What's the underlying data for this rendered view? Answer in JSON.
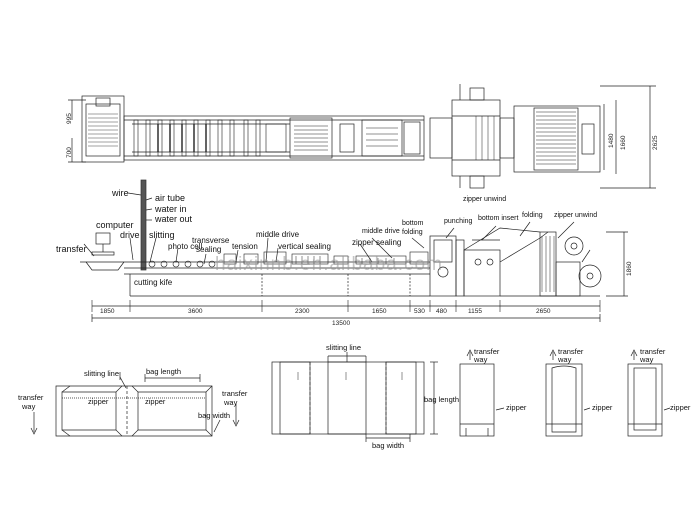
{
  "watermark": "haixinnb.en.alibaba.com",
  "top_view": {
    "dims": {
      "w_995": "995",
      "w_700": "700",
      "h_1480": "1480",
      "h_1660": "1660",
      "h_2625": "2625"
    }
  },
  "side_view": {
    "labels": {
      "wire": "wire",
      "air_tube": "air tube",
      "water_in": "water in",
      "water_out": "water out",
      "computer": "computer",
      "drive": "drive",
      "slitting": "slitting",
      "photo_cell": "photo cell",
      "transverse": "transverse",
      "sealing": "sealing",
      "tension": "tension",
      "middle_drive_1": "middle drive",
      "vertical_sealing": "vertical sealing",
      "middle_drive_2": "middle drive",
      "zipper_sealing": "zipper sealing",
      "bottom": "bottom",
      "folding_1": "folding",
      "punching": "punching",
      "bottom_insert": "bottom insert",
      "folding_2": "folding",
      "zipper_unwind_1": "zipper unwind",
      "zipper_unwind_2": "zipper unwind",
      "transfer": "transfer",
      "cutting_kife": "cutting kife"
    },
    "dims": {
      "d1850": "1850",
      "d3600": "3600",
      "d2300": "2300",
      "d1650": "1650",
      "d530": "530",
      "d480": "480",
      "d1155": "1155",
      "d2650": "2650",
      "total": "13500",
      "height": "1860"
    }
  },
  "bag_diagrams": {
    "d1": {
      "slitting_line": "slitting line",
      "bag_length": "bag length",
      "transfer": "transfer",
      "way": "way",
      "transfer2": "transfer",
      "way2": "way",
      "zipper_a": "zipper",
      "zipper_b": "zipper",
      "bag_width": "bag width"
    },
    "d2": {
      "slitting_line": "slitting line",
      "bag_length": "bag length",
      "bag_width": "bag width"
    },
    "d3": {
      "transfer": "transfer",
      "way": "way",
      "zipper": "zipper"
    },
    "d4": {
      "transfer": "transfer",
      "way": "way",
      "zipper": "zipper"
    },
    "d5": {
      "transfer": "transfer",
      "way": "way",
      "zipper": "zipper"
    }
  }
}
